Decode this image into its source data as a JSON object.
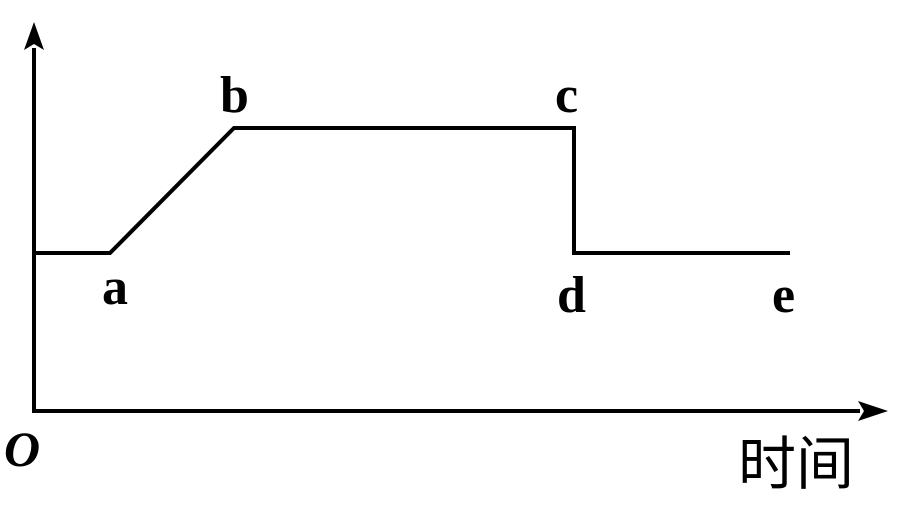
{
  "diagram": {
    "origin_label": "O",
    "x_axis_label": "时间",
    "y_axis_label": "",
    "points": [
      "a",
      "b",
      "c",
      "d",
      "e"
    ]
  },
  "colors": {
    "stroke": "#000000",
    "background": "#ffffff"
  }
}
